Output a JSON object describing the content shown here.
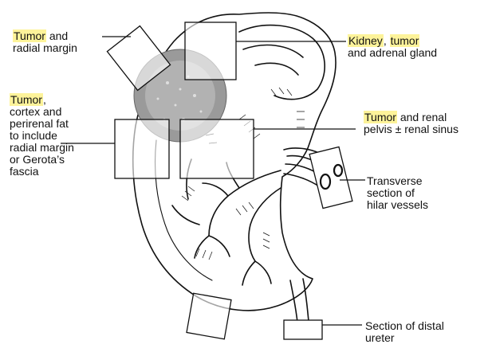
{
  "colors": {
    "highlight": "#fdf39a",
    "ink": "#111111",
    "tumor_fill": "#9a9a9a",
    "block_fill": "#ffffff"
  },
  "labels": {
    "tumor_radial": {
      "line1_hl": "Tumor",
      "line1_rest": " and",
      "line2": "radial margin"
    },
    "kidney_tumor_adrenal": {
      "line1_hl1": "Kidney",
      "line1_mid": ", ",
      "line1_hl2": "tumor",
      "line2": "and adrenal gland"
    },
    "tumor_cortex_perirenal": {
      "line1_hl": "Tumor",
      "line1_rest": ",",
      "line2": "cortex and",
      "line3": "perirenal fat",
      "line4": "to include",
      "line5": "radial margin",
      "line6": "or Gerota’s",
      "line7": "fascia"
    },
    "tumor_renal_pelvis": {
      "line1_hl": "Tumor",
      "line1_rest": " and renal",
      "line2": "pelvis ± renal sinus"
    },
    "transverse_section": {
      "line1": "Transverse",
      "line2": "section of",
      "line3": "hilar vessels"
    },
    "distal_ureter": {
      "line1": "Section of distal",
      "line2": "ureter"
    }
  }
}
